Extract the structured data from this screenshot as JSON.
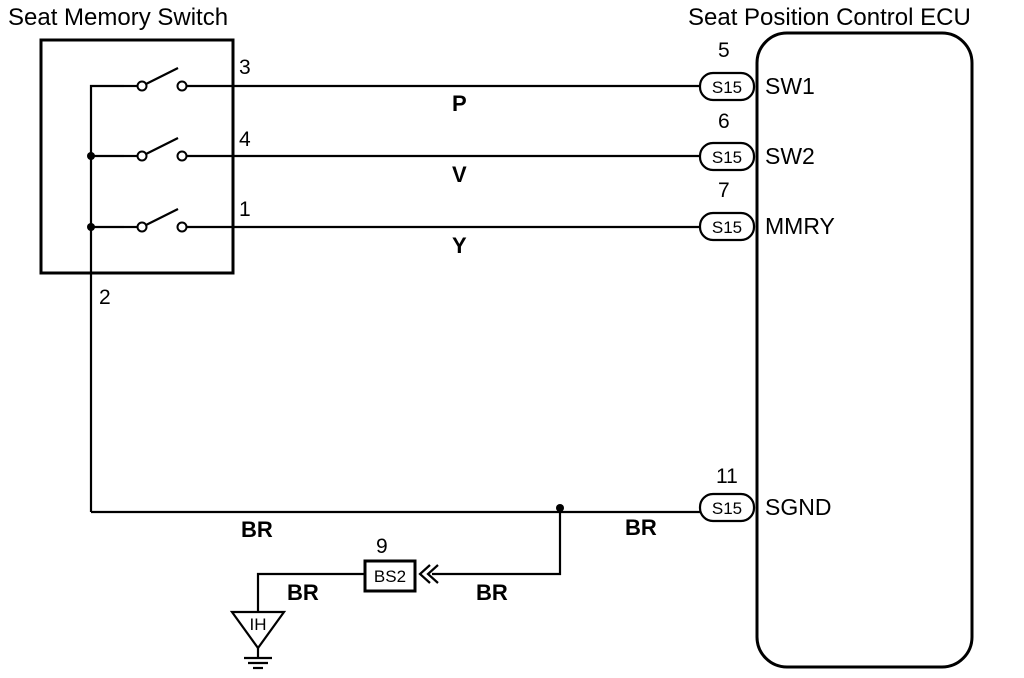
{
  "switch_title": "Seat Memory Switch",
  "ecu_title": "Seat Position Control ECU",
  "switch_pins": {
    "sw1": "3",
    "sw2": "4",
    "mmry": "1",
    "common": "2"
  },
  "wires": [
    {
      "color": "P",
      "from_pin": "3",
      "ecu_pin": "5",
      "connector": "S15",
      "terminal": "SW1"
    },
    {
      "color": "V",
      "from_pin": "4",
      "ecu_pin": "6",
      "connector": "S15",
      "terminal": "SW2"
    },
    {
      "color": "Y",
      "from_pin": "1",
      "ecu_pin": "7",
      "connector": "S15",
      "terminal": "MMRY"
    }
  ],
  "ground_wire": {
    "color": "BR",
    "ecu_pin": "11",
    "connector": "S15",
    "terminal": "SGND",
    "right_color": "BR"
  },
  "splice": {
    "pin": "9",
    "connector": "BS2",
    "color_in": "BR",
    "color_out": "BR"
  },
  "ground_point": "IH"
}
